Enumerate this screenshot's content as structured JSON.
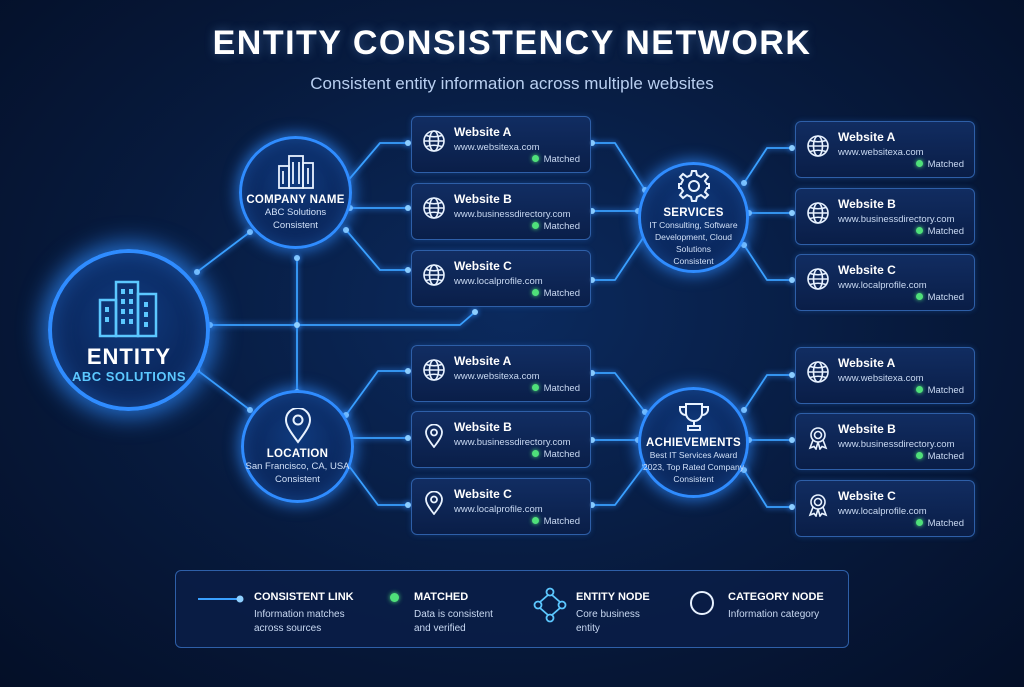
{
  "header": {
    "title": "ENTITY CONSISTENCY NETWORK",
    "subtitle": "Consistent entity information across multiple websites"
  },
  "entity": {
    "title": "ENTITY",
    "name": "ABC SOLUTIONS"
  },
  "categories": {
    "company": {
      "title": "COMPANY NAME",
      "lines": [
        "ABC Solutions",
        "Consistent"
      ]
    },
    "location": {
      "title": "LOCATION",
      "lines": [
        "San Francisco, CA, USA",
        "Consistent"
      ]
    },
    "services": {
      "title": "SERVICES",
      "lines": [
        "IT Consulting, Software",
        "Development, Cloud Solutions",
        "Consistent"
      ]
    },
    "achievements": {
      "title": "ACHIEVEMENTS",
      "lines": [
        "Best IT Services Award",
        "2023, Top Rated Company",
        "Consistent"
      ]
    }
  },
  "groups": {
    "company": [
      {
        "name": "Website A",
        "url": "www.websitexa.com",
        "status": "Matched",
        "icon": "globe-icon"
      },
      {
        "name": "Website B",
        "url": "www.businessdirectory.com",
        "status": "Matched",
        "icon": "globe-icon"
      },
      {
        "name": "Website C",
        "url": "www.localprofile.com",
        "status": "Matched",
        "icon": "globe-icon"
      }
    ],
    "location": [
      {
        "name": "Website A",
        "url": "www.websitexa.com",
        "status": "Matched",
        "icon": "globe-icon"
      },
      {
        "name": "Website B",
        "url": "www.businessdirectory.com",
        "status": "Matched",
        "icon": "map-pin-icon"
      },
      {
        "name": "Website C",
        "url": "www.localprofile.com",
        "status": "Matched",
        "icon": "map-pin-icon"
      }
    ],
    "services": [
      {
        "name": "Website A",
        "url": "www.websitexa.com",
        "status": "Matched",
        "icon": "globe-icon"
      },
      {
        "name": "Website B",
        "url": "www.businessdirectory.com",
        "status": "Matched",
        "icon": "globe-icon"
      },
      {
        "name": "Website C",
        "url": "www.localprofile.com",
        "status": "Matched",
        "icon": "globe-icon"
      }
    ],
    "achievements": [
      {
        "name": "Website A",
        "url": "www.websitexa.com",
        "status": "Matched",
        "icon": "globe-icon"
      },
      {
        "name": "Website B",
        "url": "www.businessdirectory.com",
        "status": "Matched",
        "icon": "award-badge-icon"
      },
      {
        "name": "Website C",
        "url": "www.localprofile.com",
        "status": "Matched",
        "icon": "award-badge-icon"
      }
    ]
  },
  "legend": {
    "consistent_link": {
      "title": "CONSISTENT LINK",
      "desc": [
        "Information matches",
        "across sources"
      ]
    },
    "matched": {
      "title": "MATCHED",
      "desc": [
        "Data is consistent",
        "and verified"
      ]
    },
    "entity_node": {
      "title": "ENTITY NODE",
      "desc": [
        "Core business",
        "entity"
      ]
    },
    "category_node": {
      "title": "CATEGORY NODE",
      "desc": [
        "Information category"
      ]
    }
  },
  "colors": {
    "background": "#071a3d",
    "glow_blue": "#2f8cff",
    "matched_green": "#4fe07a",
    "accent_cyan": "#5cc8ff"
  }
}
